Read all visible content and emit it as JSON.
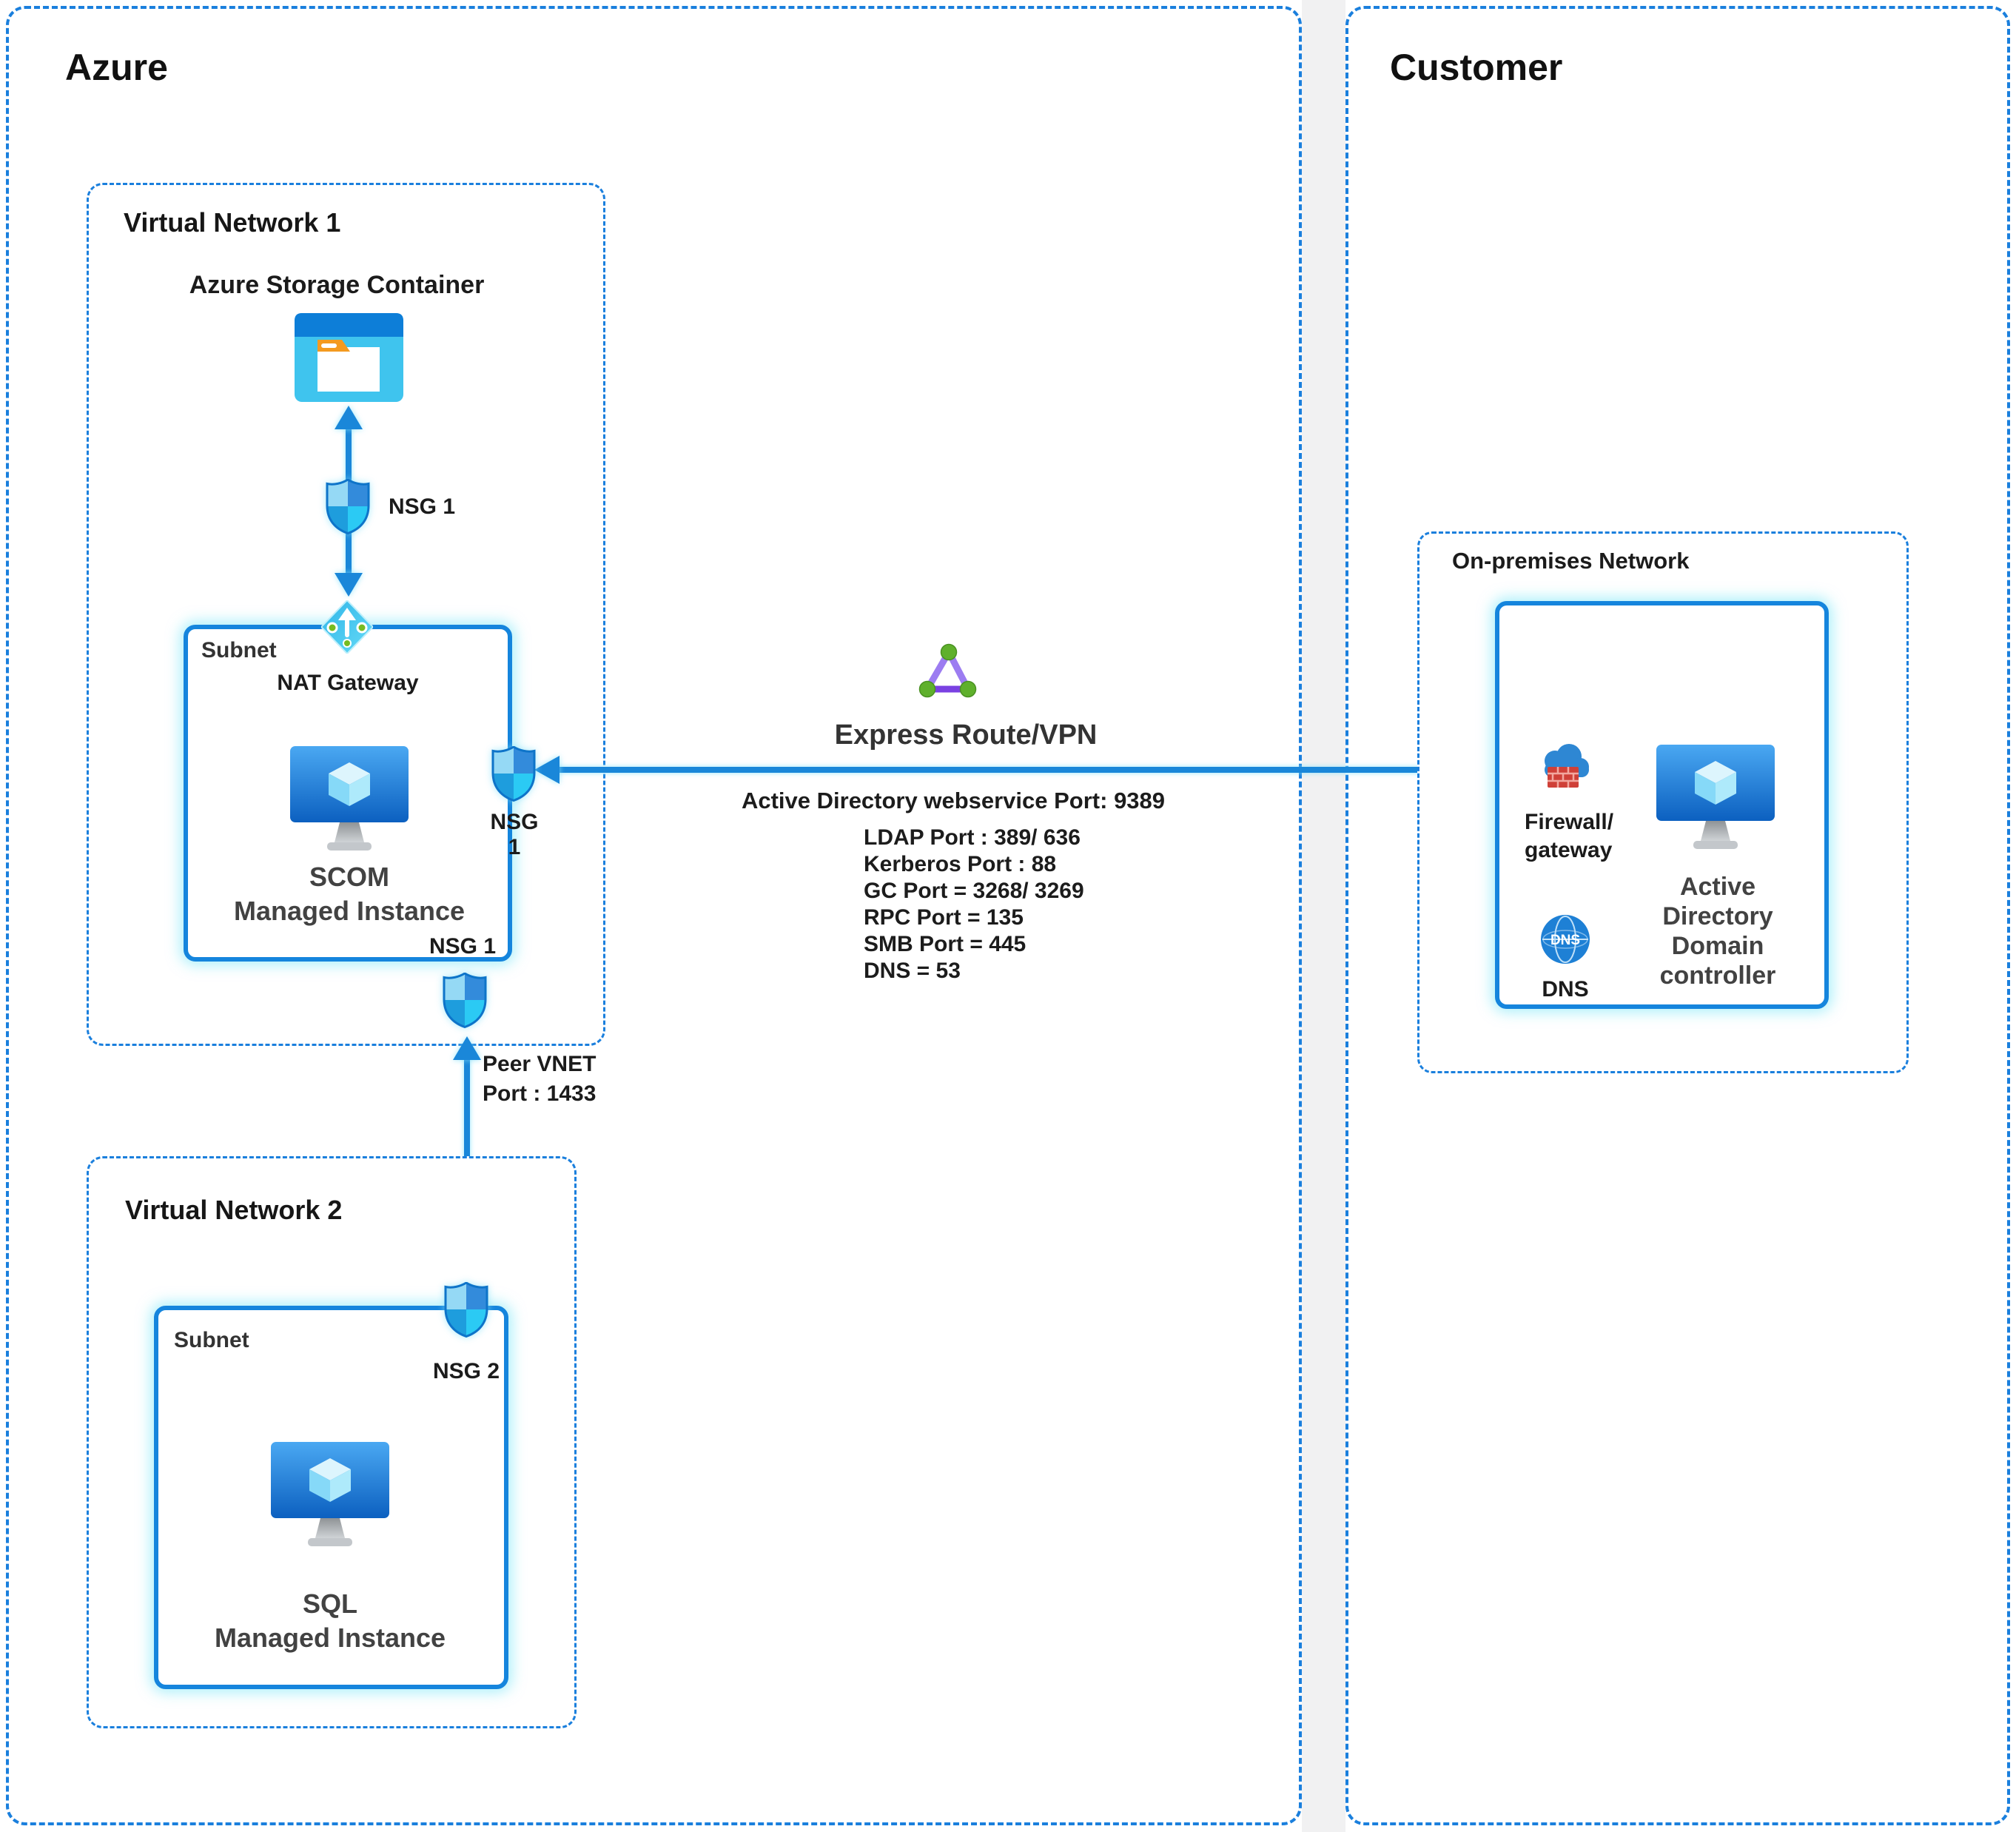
{
  "page": {
    "background": "#ffffff",
    "divider_color": "#f1f1f2"
  },
  "colors": {
    "accent_blue": "#1a87d9",
    "dashed_border": "#1a7fdd",
    "solid_border": "#1585dd",
    "shield_blue": "#2e8bdb",
    "nat_cyan": "#2fb5e8",
    "express_purple": "#7a41e2",
    "express_green": "#5fb02c",
    "firewall_red": "#cf4038",
    "dns_blue": "#1e80d5"
  },
  "azure": {
    "title": "Azure"
  },
  "customer": {
    "title": "Customer"
  },
  "vnet1": {
    "title": "Virtual Network 1",
    "storage_label": "Azure Storage Container",
    "nsg_label_top": "NSG 1",
    "nat_gateway_label": "NAT Gateway",
    "subnet_label": "Subnet",
    "scom_name": "SCOM",
    "scom_subtitle": "Managed Instance",
    "nsg_label_right": "NSG 1",
    "nsg_label_bottom": "NSG 1"
  },
  "peer_link": {
    "line1": "Peer VNET",
    "line2": "Port : 1433"
  },
  "vnet2": {
    "title": "Virtual Network 2",
    "subnet_label": "Subnet",
    "nsg_label": "NSG 2",
    "sql_name": "SQL",
    "sql_subtitle": "Managed Instance"
  },
  "express_route": {
    "title": "Express Route/VPN",
    "headline": "Active Directory webservice Port: 9389",
    "ports": [
      "LDAP Port : 389/ 636",
      "Kerberos Port : 88",
      "GC Port = 3268/ 3269",
      "RPC Port = 135",
      "SMB Port = 445",
      "DNS = 53"
    ]
  },
  "on_premises": {
    "title": "On-premises Network",
    "firewall_line1": "Firewall/",
    "firewall_line2": "gateway",
    "dns_badge": "DNS",
    "dns_label": "DNS",
    "ad_label": "Active Directory Domain controller"
  }
}
